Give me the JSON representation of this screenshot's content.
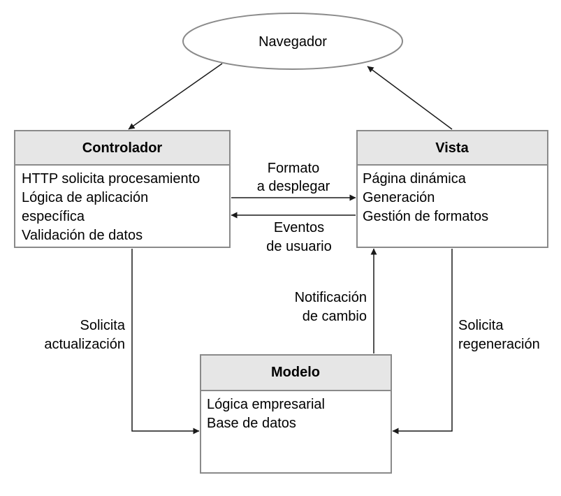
{
  "nodes": {
    "navegador": {
      "label": "Navegador"
    },
    "controlador": {
      "title": "Controlador",
      "lines": [
        "HTTP solicita procesamiento",
        "Lógica de aplicación",
        "específica",
        "Validación de datos"
      ]
    },
    "vista": {
      "title": "Vista",
      "lines": [
        "Página dinámica",
        "Generación",
        "Gestión de formatos"
      ]
    },
    "modelo": {
      "title": "Modelo",
      "lines": [
        "Lógica empresarial",
        "Base de datos"
      ]
    }
  },
  "edges": {
    "formato": [
      "Formato",
      "a desplegar"
    ],
    "eventos": [
      "Eventos",
      "de usuario"
    ],
    "notificacion": [
      "Notificación",
      "de cambio"
    ],
    "solicita_actualizacion": [
      "Solicita",
      "actualización"
    ],
    "solicita_regeneracion": [
      "Solicita",
      "regeneración"
    ]
  },
  "colors": {
    "header_fill": "#e6e6e6",
    "border": "#8a8a8a",
    "line": "#1a1a1a",
    "text": "#1a1a1a"
  }
}
